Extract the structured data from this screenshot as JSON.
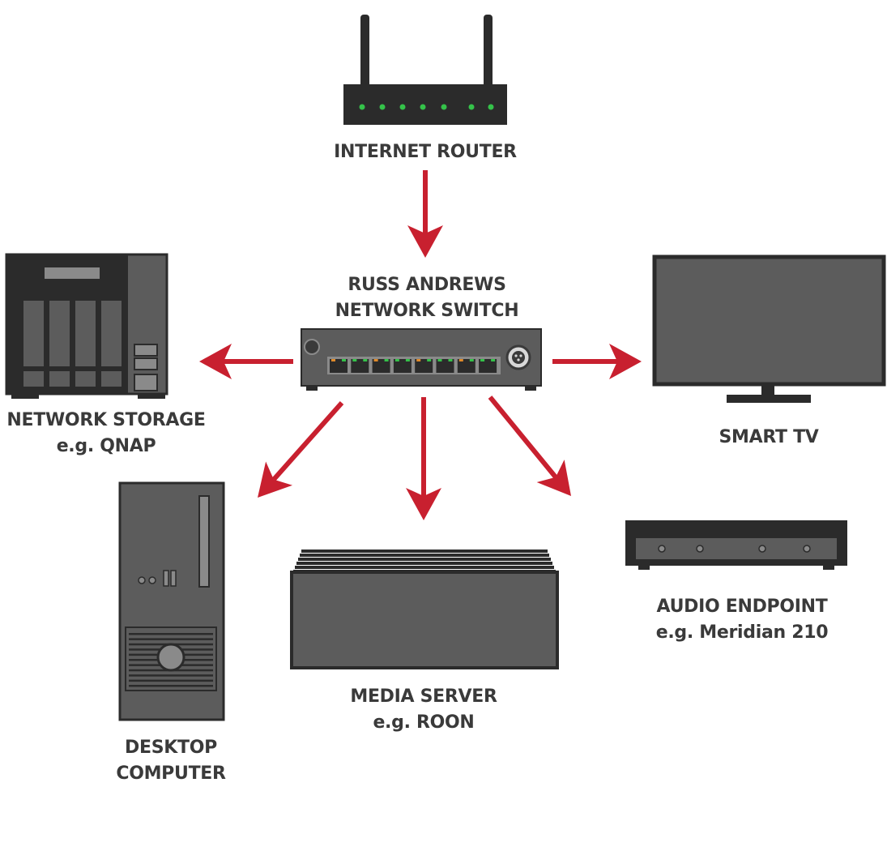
{
  "labels": {
    "router": "INTERNET ROUTER",
    "switch_line1": "RUSS ANDREWS",
    "switch_line2": "NETWORK SWITCH",
    "storage_line1": "NETWORK STORAGE",
    "storage_line2": "e.g. QNAP",
    "tv": "SMART TV",
    "desktop_line1": "DESKTOP",
    "desktop_line2": "COMPUTER",
    "media_line1": "MEDIA SERVER",
    "media_line2": "e.g. ROON",
    "audio_line1": "AUDIO ENDPOINT",
    "audio_line2": "e.g. Meridian 210"
  },
  "colors": {
    "device_dark": "#2b2b2b",
    "device_body": "#5c5c5c",
    "device_light": "#8a8a8a",
    "arrow": "#c8202f",
    "led_green": "#35c24a",
    "led_orange": "#e08a2a",
    "text": "#3a3a3a"
  }
}
